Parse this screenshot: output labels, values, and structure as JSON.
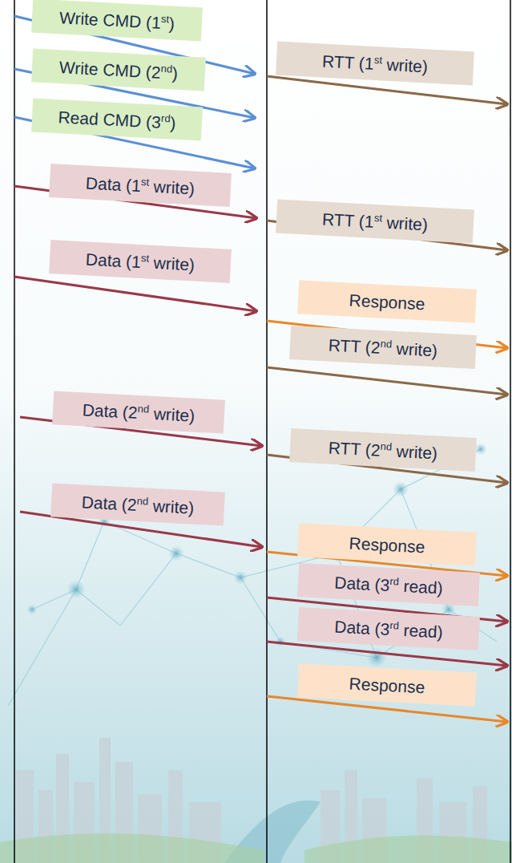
{
  "diagram": {
    "nodes": [
      {
        "text": [
          "Write CMD (1st)"
        ]
      },
      {
        "text": [
          "RTT (1st write)"
        ]
      },
      {
        "text": [
          "Write CMD (2nd)"
        ]
      },
      {
        "text": [
          "Read CMD (3rd)"
        ]
      },
      {
        "text": [
          "Data (1st write)"
        ]
      },
      {
        "text": [
          "RTT (1st write)"
        ]
      },
      {
        "text": [
          "Data  (1st write)"
        ]
      },
      {
        "text": [
          "Response"
        ]
      },
      {
        "text": [
          "RTT (2nd write)"
        ]
      },
      {
        "text": [
          "Data  (2nd write)"
        ]
      },
      {
        "text": [
          "RTT (2nd write)"
        ]
      },
      {
        "text": [
          "Data  (2nd write)"
        ]
      },
      {
        "text": [
          "Response"
        ]
      },
      {
        "text": [
          "Data (3rd read)"
        ]
      },
      {
        "text": [
          "Data (3rd read)"
        ]
      },
      {
        "text": [
          "Response"
        ]
      }
    ]
  }
}
